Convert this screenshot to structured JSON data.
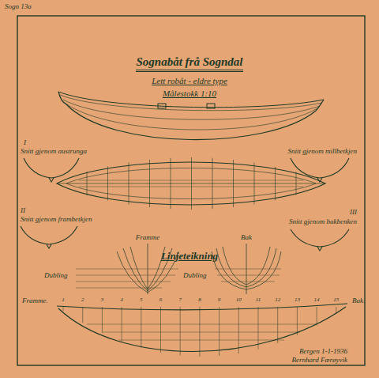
{
  "diagram": {
    "title": "Sognabåt frå Sogndal",
    "labels": [
      "Sogn 13a",
      "Lett robåt - eldre type",
      "Målestokk 1:10",
      "I",
      "Snitt gjenom austrunga",
      "II",
      "Snitt gjenom frambetkjen",
      "Snitt gjenom millbetkjen",
      "III",
      "Snitt gjenom bakbenken",
      "Linjeteikning",
      "Framme",
      "Bak",
      "Dubling",
      "Dubling",
      "Framme.",
      "Bak.",
      "1",
      "2",
      "3",
      "4",
      "5",
      "6",
      "7",
      "8",
      "9",
      "10",
      "11",
      "12",
      "13",
      "14",
      "15",
      "Bergen 1-1-1936",
      "Bernhard Færøyvik"
    ]
  }
}
